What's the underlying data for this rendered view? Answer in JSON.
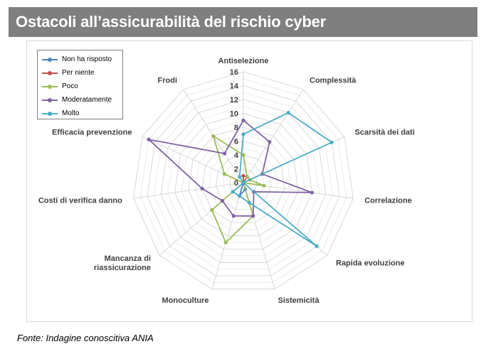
{
  "page": {
    "title": "Ostacoli all’assicurabilità del rischio cyber",
    "source": "Fonte: Indagine conoscitiva ANIA"
  },
  "chart_data": {
    "type": "radar",
    "title": "Ostacoli all’assicurabilità del rischio cyber",
    "categories": [
      "Antiselezione",
      "Complessità",
      "Scarsità dei dati",
      "Correlazione",
      "Rapida evoluzione",
      "Sistemicità",
      "Monoculture",
      [
        "Mancanza di",
        "riassicurazione"
      ],
      "Costi di verifica danno",
      "Efficacia prevenzione",
      "Frodi"
    ],
    "rlim": [
      0,
      16
    ],
    "ticks": [
      "0",
      "2",
      "4",
      "6",
      "8",
      "10",
      "12",
      "14",
      "16"
    ],
    "grid": true,
    "legend_position": "top-left",
    "series": [
      {
        "name": "Non ha risposto",
        "color": "#4f81bd",
        "values": [
          0,
          0,
          0,
          0,
          0,
          1,
          2,
          0,
          0,
          0,
          0
        ]
      },
      {
        "name": "Per niente",
        "color": "#c0504d",
        "values": [
          1,
          1,
          0,
          0,
          0,
          0,
          0,
          0,
          0,
          0,
          0
        ]
      },
      {
        "name": "Poco",
        "color": "#9bbb59",
        "values": [
          4,
          1,
          1,
          3,
          0,
          5,
          9,
          6,
          0,
          3,
          8
        ]
      },
      {
        "name": "Moderatamente",
        "color": "#8064a2",
        "values": [
          9,
          7,
          3,
          10,
          2,
          5,
          5,
          4,
          6,
          15,
          5
        ]
      },
      {
        "name": "Molto",
        "color": "#4bacc6",
        "values": [
          7,
          12,
          14,
          0,
          14,
          3,
          2,
          2,
          0,
          0,
          1
        ]
      }
    ]
  }
}
